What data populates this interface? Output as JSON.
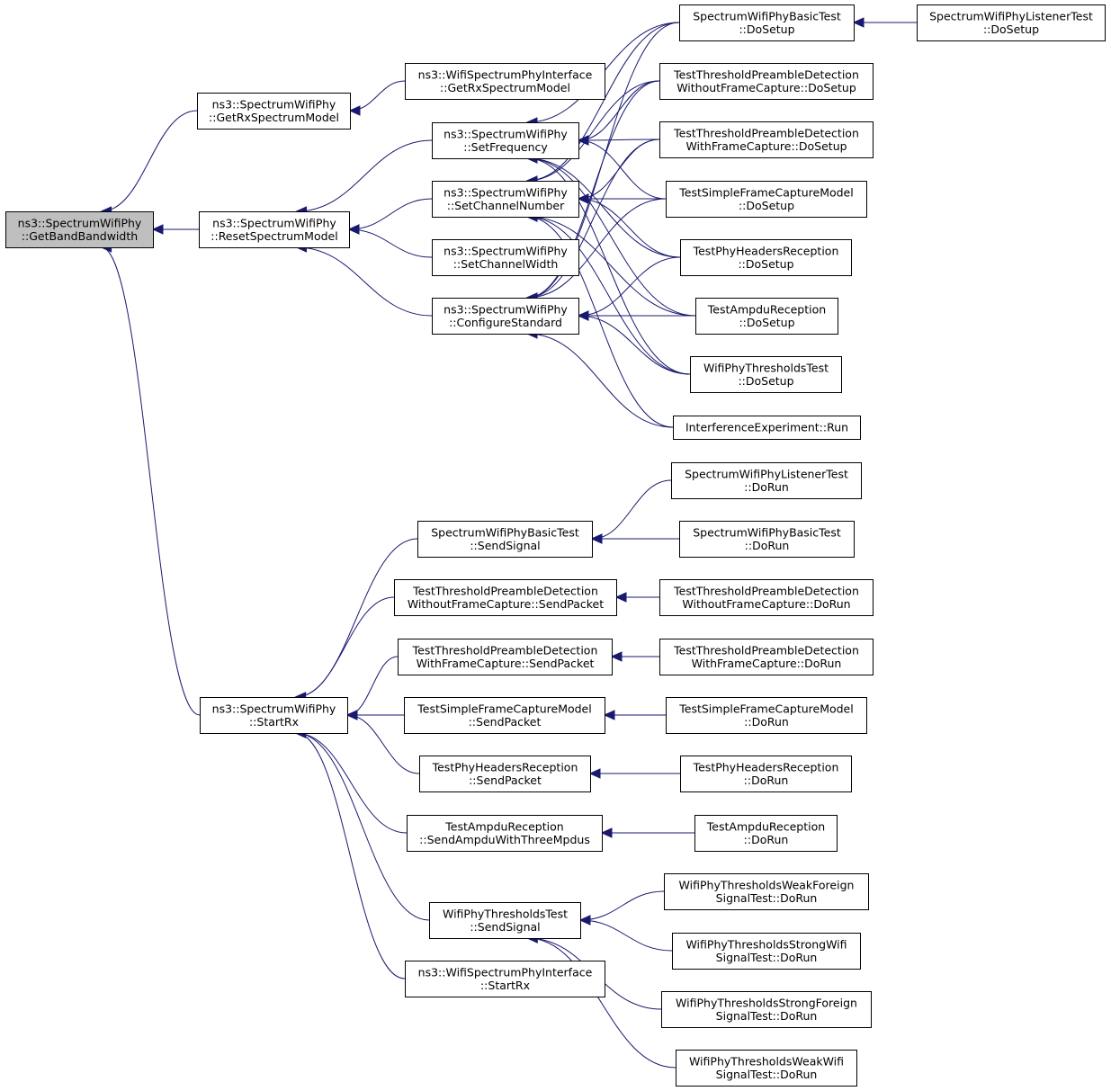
{
  "colors": {
    "edge": "#191970",
    "node_fill": "#ffffff",
    "highlight_fill": "#bfbfbf",
    "border": "#000000"
  },
  "nodes": [
    {
      "id": "getband",
      "lines": [
        "ns3::SpectrumWifiPhy",
        "::GetBandBandwidth"
      ],
      "highlight": true
    },
    {
      "id": "getrxsm",
      "lines": [
        "ns3::SpectrumWifiPhy",
        "::GetRxSpectrumModel"
      ]
    },
    {
      "id": "wsi_getrxsm",
      "lines": [
        "ns3::WifiSpectrumPhyInterface",
        "::GetRxSpectrumModel"
      ]
    },
    {
      "id": "resetsm",
      "lines": [
        "ns3::SpectrumWifiPhy",
        "::ResetSpectrumModel"
      ]
    },
    {
      "id": "setfreq",
      "lines": [
        "ns3::SpectrumWifiPhy",
        "::SetFrequency"
      ]
    },
    {
      "id": "setchnum",
      "lines": [
        "ns3::SpectrumWifiPhy",
        "::SetChannelNumber"
      ]
    },
    {
      "id": "setchw",
      "lines": [
        "ns3::SpectrumWifiPhy",
        "::SetChannelWidth"
      ]
    },
    {
      "id": "confstd",
      "lines": [
        "ns3::SpectrumWifiPhy",
        "::ConfigureStandard"
      ]
    },
    {
      "id": "swpbt_dosetup",
      "lines": [
        "SpectrumWifiPhyBasicTest",
        "::DoSetup"
      ]
    },
    {
      "id": "swplt_dosetup",
      "lines": [
        "SpectrumWifiPhyListenerTest",
        "::DoSetup"
      ]
    },
    {
      "id": "ttpd_wo_dosetup",
      "lines": [
        "TestThresholdPreambleDetection",
        "WithoutFrameCapture::DoSetup"
      ]
    },
    {
      "id": "ttpd_w_dosetup",
      "lines": [
        "TestThresholdPreambleDetection",
        "WithFrameCapture::DoSetup"
      ]
    },
    {
      "id": "tsfcm_dosetup",
      "lines": [
        "TestSimpleFrameCaptureModel",
        "::DoSetup"
      ]
    },
    {
      "id": "tphr_dosetup",
      "lines": [
        "TestPhyHeadersReception",
        "::DoSetup"
      ]
    },
    {
      "id": "tar_dosetup",
      "lines": [
        "TestAmpduReception",
        "::DoSetup"
      ]
    },
    {
      "id": "wptt_dosetup",
      "lines": [
        "WifiPhyThresholdsTest",
        "::DoSetup"
      ]
    },
    {
      "id": "ie_run",
      "lines": [
        "InterferenceExperiment::Run"
      ]
    },
    {
      "id": "startrx",
      "lines": [
        "ns3::SpectrumWifiPhy",
        "::StartRx"
      ]
    },
    {
      "id": "swpbt_send",
      "lines": [
        "SpectrumWifiPhyBasicTest",
        "::SendSignal"
      ]
    },
    {
      "id": "swplt_dorun",
      "lines": [
        "SpectrumWifiPhyListenerTest",
        "::DoRun"
      ]
    },
    {
      "id": "swpbt_dorun",
      "lines": [
        "SpectrumWifiPhyBasicTest",
        "::DoRun"
      ]
    },
    {
      "id": "ttpd_wo_send",
      "lines": [
        "TestThresholdPreambleDetection",
        "WithoutFrameCapture::SendPacket"
      ]
    },
    {
      "id": "ttpd_wo_dorun",
      "lines": [
        "TestThresholdPreambleDetection",
        "WithoutFrameCapture::DoRun"
      ]
    },
    {
      "id": "ttpd_w_send",
      "lines": [
        "TestThresholdPreambleDetection",
        "WithFrameCapture::SendPacket"
      ]
    },
    {
      "id": "ttpd_w_dorun",
      "lines": [
        "TestThresholdPreambleDetection",
        "WithFrameCapture::DoRun"
      ]
    },
    {
      "id": "tsfcm_send",
      "lines": [
        "TestSimpleFrameCaptureModel",
        "::SendPacket"
      ]
    },
    {
      "id": "tsfcm_dorun",
      "lines": [
        "TestSimpleFrameCaptureModel",
        "::DoRun"
      ]
    },
    {
      "id": "tphr_send",
      "lines": [
        "TestPhyHeadersReception",
        "::SendPacket"
      ]
    },
    {
      "id": "tphr_dorun",
      "lines": [
        "TestPhyHeadersReception",
        "::DoRun"
      ]
    },
    {
      "id": "tar_send",
      "lines": [
        "TestAmpduReception",
        "::SendAmpduWithThreeMpdus"
      ]
    },
    {
      "id": "tar_dorun",
      "lines": [
        "TestAmpduReception",
        "::DoRun"
      ]
    },
    {
      "id": "wptt_send",
      "lines": [
        "WifiPhyThresholdsTest",
        "::SendSignal"
      ]
    },
    {
      "id": "wptwf_dorun",
      "lines": [
        "WifiPhyThresholdsWeakForeign",
        "SignalTest::DoRun"
      ]
    },
    {
      "id": "wptsw_dorun",
      "lines": [
        "WifiPhyThresholdsStrongWifi",
        "SignalTest::DoRun"
      ]
    },
    {
      "id": "wptsf_dorun",
      "lines": [
        "WifiPhyThresholdsStrongForeign",
        "SignalTest::DoRun"
      ]
    },
    {
      "id": "wptww_dorun",
      "lines": [
        "WifiPhyThresholdsWeakWifi",
        "SignalTest::DoRun"
      ]
    },
    {
      "id": "wsi_startrx",
      "lines": [
        "ns3::WifiSpectrumPhyInterface",
        "::StartRx"
      ]
    }
  ],
  "edges": [
    [
      "getrxsm",
      "getband"
    ],
    [
      "resetsm",
      "getband"
    ],
    [
      "startrx",
      "getband"
    ],
    [
      "wsi_getrxsm",
      "getrxsm"
    ],
    [
      "setfreq",
      "resetsm"
    ],
    [
      "setchnum",
      "resetsm"
    ],
    [
      "setchw",
      "resetsm"
    ],
    [
      "confstd",
      "resetsm"
    ],
    [
      "swplt_dosetup",
      "swpbt_dosetup"
    ],
    [
      "swpbt_dosetup",
      "setfreq"
    ],
    [
      "ttpd_wo_dosetup",
      "setfreq"
    ],
    [
      "ttpd_w_dosetup",
      "setfreq"
    ],
    [
      "tsfcm_dosetup",
      "setfreq"
    ],
    [
      "tphr_dosetup",
      "setfreq"
    ],
    [
      "tar_dosetup",
      "setfreq"
    ],
    [
      "wptt_dosetup",
      "setfreq"
    ],
    [
      "swpbt_dosetup",
      "setchnum"
    ],
    [
      "ttpd_wo_dosetup",
      "setchnum"
    ],
    [
      "ttpd_w_dosetup",
      "setchnum"
    ],
    [
      "tsfcm_dosetup",
      "setchnum"
    ],
    [
      "tphr_dosetup",
      "setchnum"
    ],
    [
      "tar_dosetup",
      "setchnum"
    ],
    [
      "wptt_dosetup",
      "setchnum"
    ],
    [
      "ie_run",
      "setchnum"
    ],
    [
      "swpbt_dosetup",
      "confstd"
    ],
    [
      "ttpd_wo_dosetup",
      "confstd"
    ],
    [
      "ttpd_w_dosetup",
      "confstd"
    ],
    [
      "tsfcm_dosetup",
      "confstd"
    ],
    [
      "tphr_dosetup",
      "confstd"
    ],
    [
      "tar_dosetup",
      "confstd"
    ],
    [
      "wptt_dosetup",
      "confstd"
    ],
    [
      "ie_run",
      "confstd"
    ],
    [
      "swpbt_send",
      "startrx"
    ],
    [
      "ttpd_wo_send",
      "startrx"
    ],
    [
      "ttpd_w_send",
      "startrx"
    ],
    [
      "tsfcm_send",
      "startrx"
    ],
    [
      "tphr_send",
      "startrx"
    ],
    [
      "tar_send",
      "startrx"
    ],
    [
      "wptt_send",
      "startrx"
    ],
    [
      "wsi_startrx",
      "startrx"
    ],
    [
      "swplt_dorun",
      "swpbt_send"
    ],
    [
      "swpbt_dorun",
      "swpbt_send"
    ],
    [
      "ttpd_wo_dorun",
      "ttpd_wo_send"
    ],
    [
      "ttpd_w_dorun",
      "ttpd_w_send"
    ],
    [
      "tsfcm_dorun",
      "tsfcm_send"
    ],
    [
      "tphr_dorun",
      "tphr_send"
    ],
    [
      "tar_dorun",
      "tar_send"
    ],
    [
      "wptwf_dorun",
      "wptt_send"
    ],
    [
      "wptsw_dorun",
      "wptt_send"
    ],
    [
      "wptsf_dorun",
      "wptt_send"
    ],
    [
      "wptww_dorun",
      "wptt_send"
    ]
  ]
}
